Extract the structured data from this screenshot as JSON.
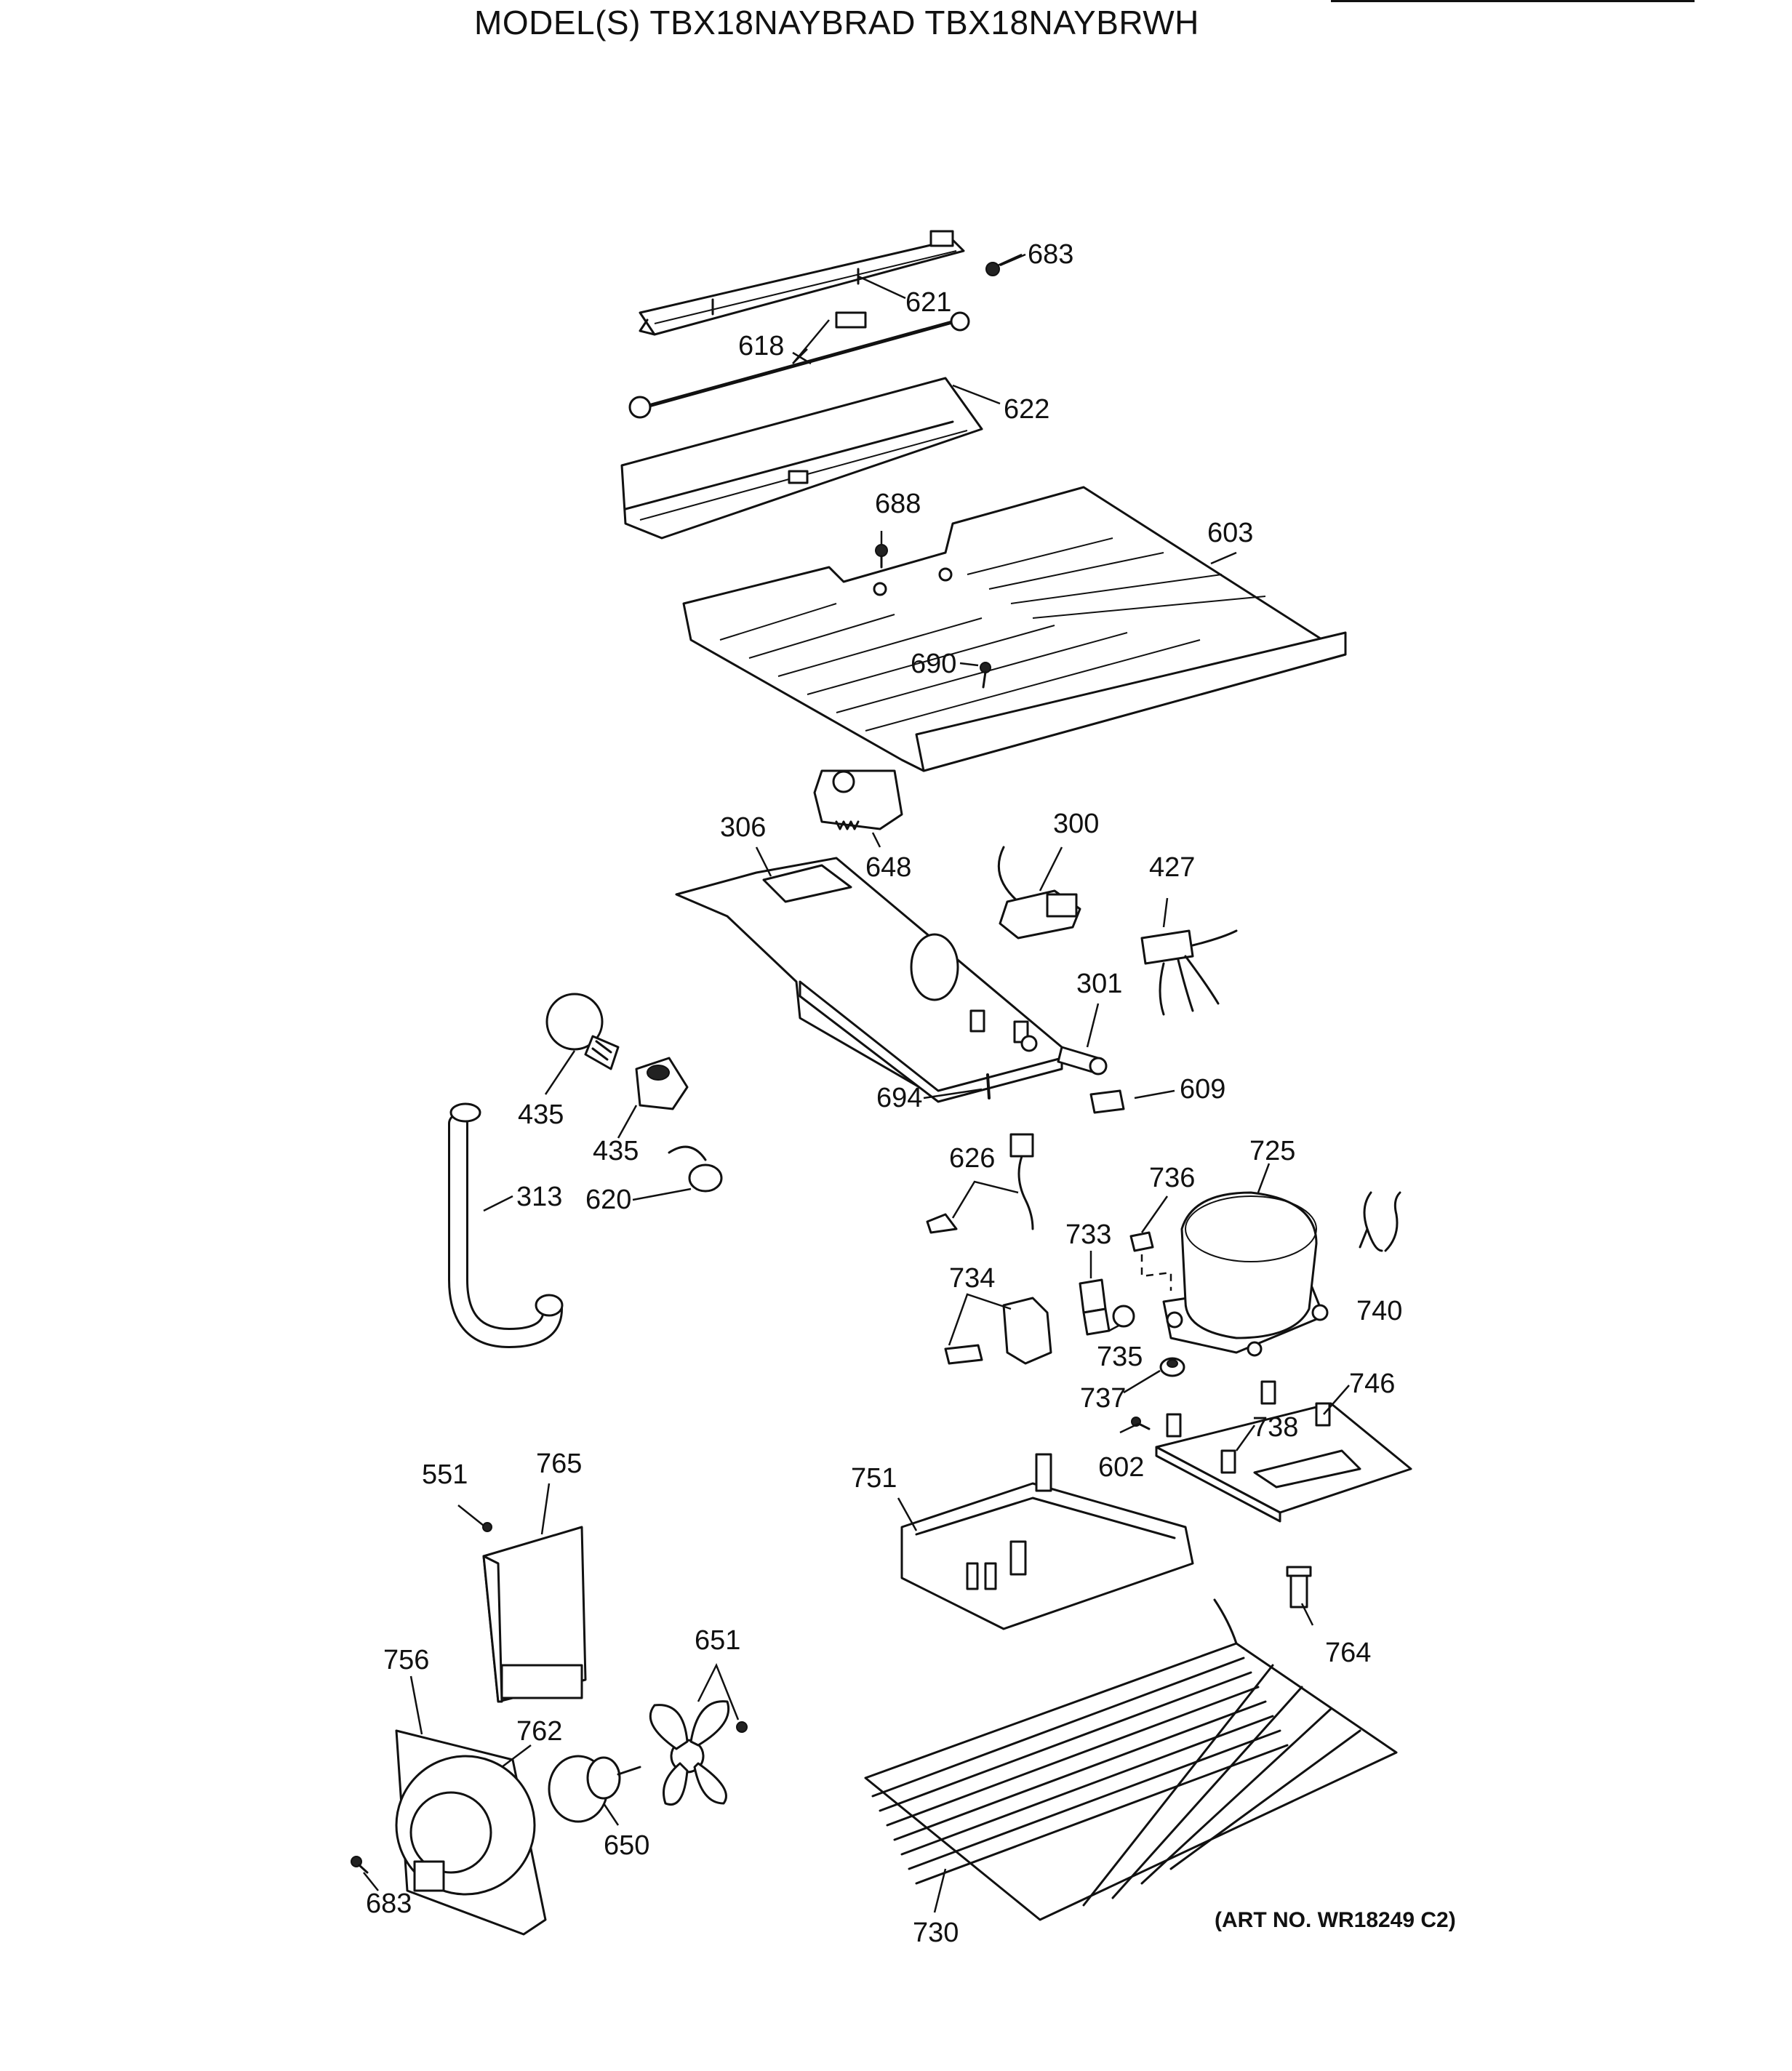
{
  "title": "MODEL(S) TBX18NAYBRAD  TBX18NAYBRWH",
  "art_number": "(ART NO. WR18249 C2)",
  "part_labels": {
    "p683a": "683",
    "p621": "621",
    "p618": "618",
    "p622": "622",
    "p688": "688",
    "p603": "603",
    "p690": "690",
    "p306": "306",
    "p648": "648",
    "p300": "300",
    "p427": "427",
    "p301": "301",
    "p694": "694",
    "p609": "609",
    "p435a": "435",
    "p435b": "435",
    "p313": "313",
    "p620": "620",
    "p626": "626",
    "p736": "736",
    "p725": "725",
    "p733": "733",
    "p734": "734",
    "p735": "735",
    "p740": "740",
    "p737": "737",
    "p746": "746",
    "p738": "738",
    "p602": "602",
    "p551": "551",
    "p765": "765",
    "p751": "751",
    "p764": "764",
    "p651": "651",
    "p756": "756",
    "p762": "762",
    "p650": "650",
    "p683b": "683",
    "p730": "730"
  }
}
